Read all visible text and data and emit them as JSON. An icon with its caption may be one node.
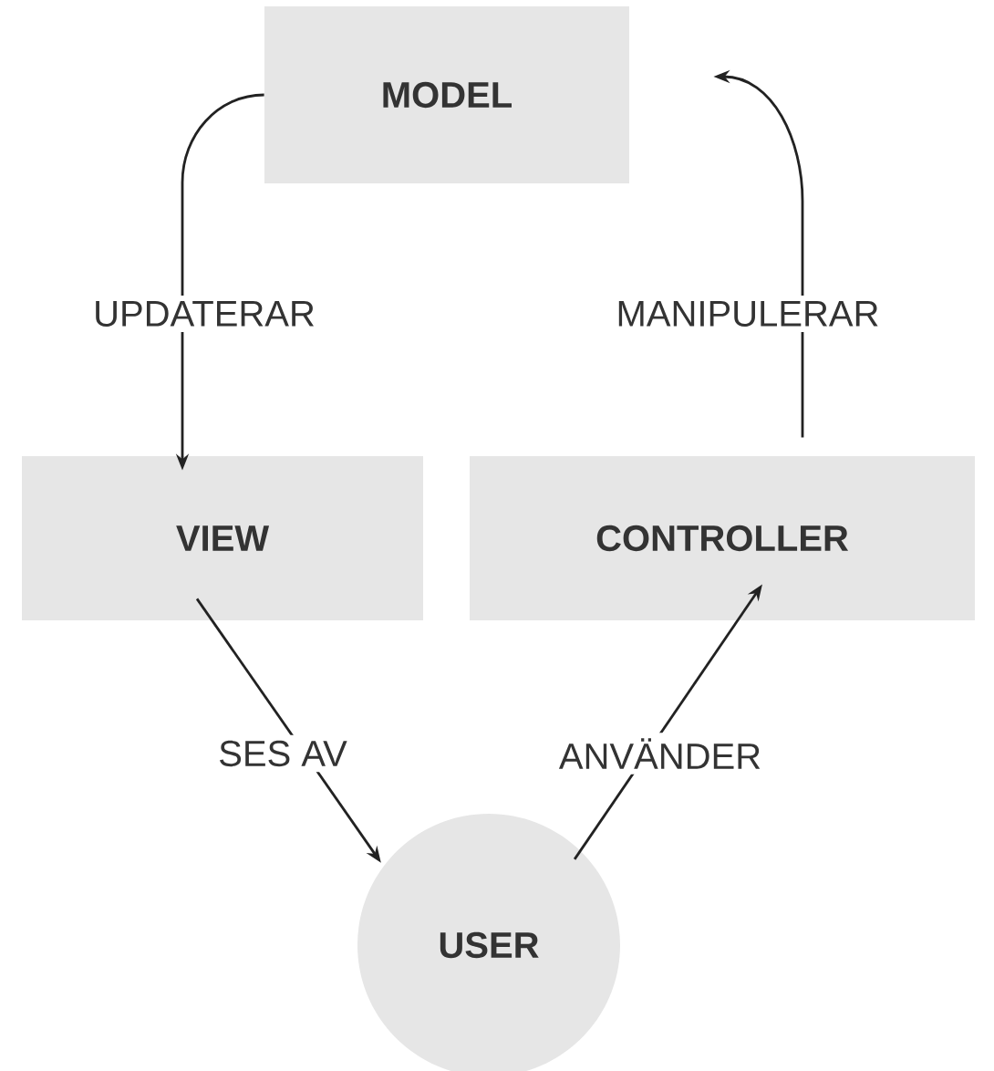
{
  "diagram": {
    "nodes": [
      {
        "text": [
          "MODEL"
        ]
      },
      {
        "text": [
          "VIEW"
        ]
      },
      {
        "text": [
          "CONTROLLER"
        ]
      },
      {
        "text": [
          "USER"
        ]
      }
    ],
    "edges": [
      {
        "from": 0,
        "to": 1,
        "arrow": "to",
        "label": "UPDATERAR"
      },
      {
        "from": 2,
        "to": 0,
        "arrow": "to",
        "label": "MANIPULERAR"
      },
      {
        "from": 1,
        "to": 3,
        "arrow": "to",
        "label": "SES AV"
      },
      {
        "from": 3,
        "to": 2,
        "arrow": "to",
        "label": "ANVÄNDER"
      }
    ]
  }
}
